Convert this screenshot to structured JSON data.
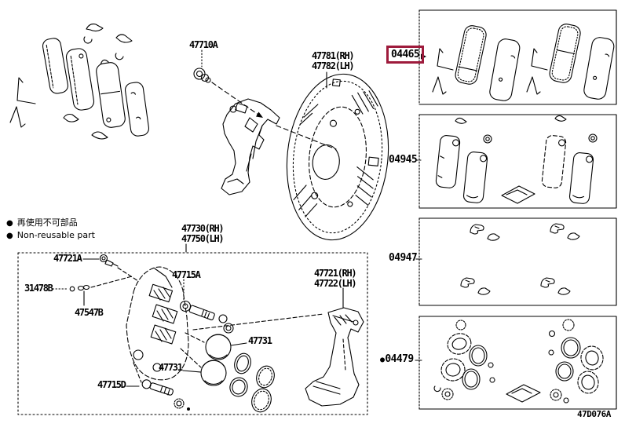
{
  "diagram": {
    "legend": {
      "bullet": "●",
      "jp": "再使用不可部品",
      "en": "Non-reusable part"
    },
    "labels": {
      "mount_bolt": "47710A",
      "dust_cover_rh": "47781(RH)",
      "dust_cover_lh": "47782(LH)",
      "caliper_assy_rh": "47730(RH)",
      "caliper_assy_lh": "47750(LH)",
      "bleeder_plug": "47721A",
      "bleeder_cap": "31478B",
      "fitting": "47547B",
      "slide_pin": "47715A",
      "mounting_rh": "47721(RH)",
      "mounting_lh": "47722(LH)",
      "piston_a": "47731",
      "piston_b": "47731",
      "slide_bolt": "47715D"
    },
    "kits": {
      "pad_kit": {
        "id": "04465",
        "highlighted": true
      },
      "shim_kit": {
        "id": "04945",
        "highlighted": false
      },
      "fitting_kit": {
        "id": "04947",
        "highlighted": false
      },
      "cylinder_kit": {
        "id": "04479",
        "highlighted": false,
        "bullet": "●"
      }
    },
    "footer": {
      "figure_code": "47D076A"
    },
    "colors": {
      "highlight_box": "#9e1b3c",
      "line": "#000000",
      "background": "#ffffff"
    }
  }
}
